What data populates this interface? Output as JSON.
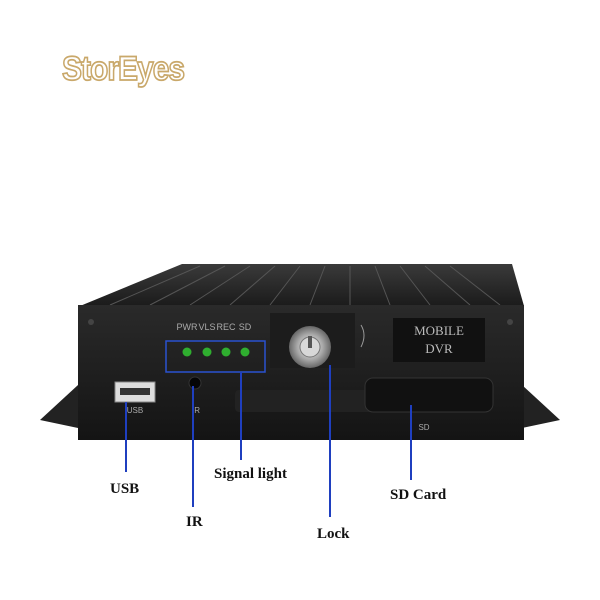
{
  "logo": {
    "text": "StorEyes"
  },
  "device": {
    "panel_label_line1": "MOBILE",
    "panel_label_line2": "DVR",
    "led_labels": [
      "PWR",
      "VLS",
      "REC",
      "SD"
    ],
    "port_usb": "USB",
    "port_ir": "IR",
    "port_sd": "SD",
    "led_color": "#2fae2f"
  },
  "callouts": {
    "usb": "USB",
    "ir": "IR",
    "signal_light": "Signal light",
    "lock": "Lock",
    "sd_card": "SD Card",
    "line_color": "#1f3fbf"
  }
}
